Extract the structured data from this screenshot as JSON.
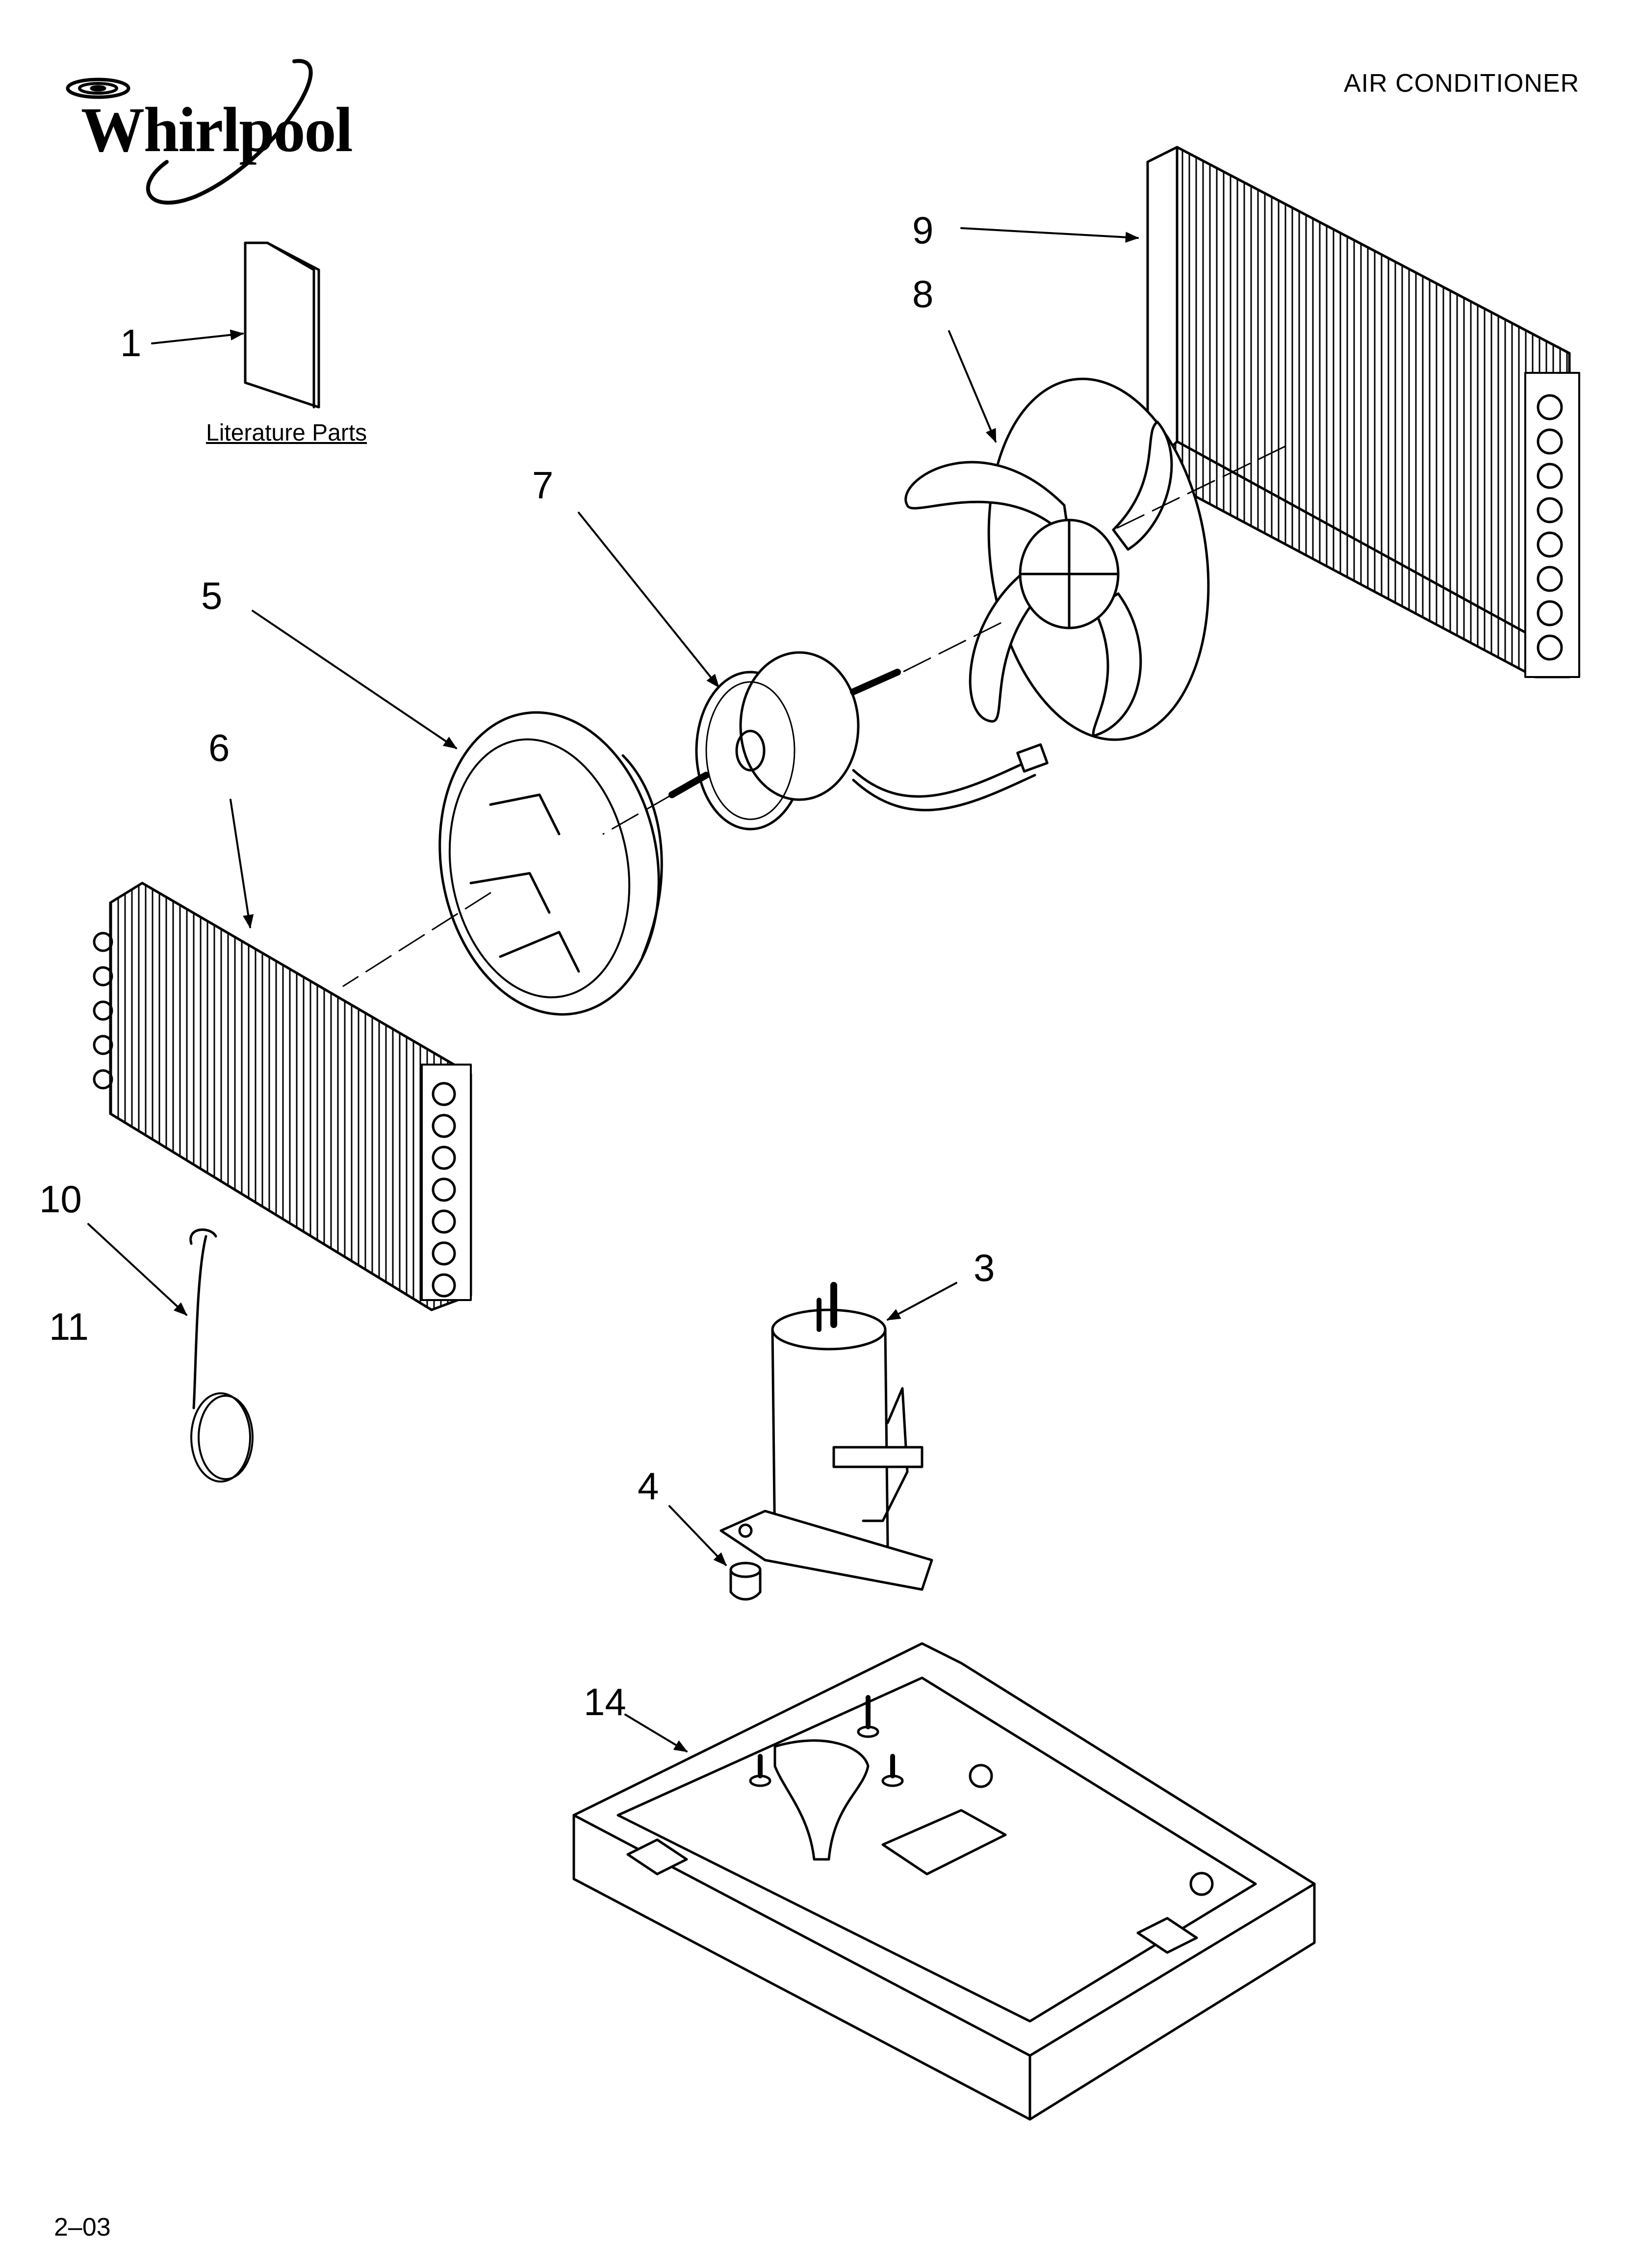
{
  "header": {
    "brand": "Whirlpool",
    "title": "AIR CONDITIONER"
  },
  "literature": {
    "label": "Literature Parts"
  },
  "callouts": {
    "c1": "1",
    "c3": "3",
    "c4": "4",
    "c5": "5",
    "c6": "6",
    "c7": "7",
    "c8": "8",
    "c9": "9",
    "c10": "10",
    "c11": "11",
    "c14": "14"
  },
  "footer": {
    "page_code": "2–03"
  }
}
